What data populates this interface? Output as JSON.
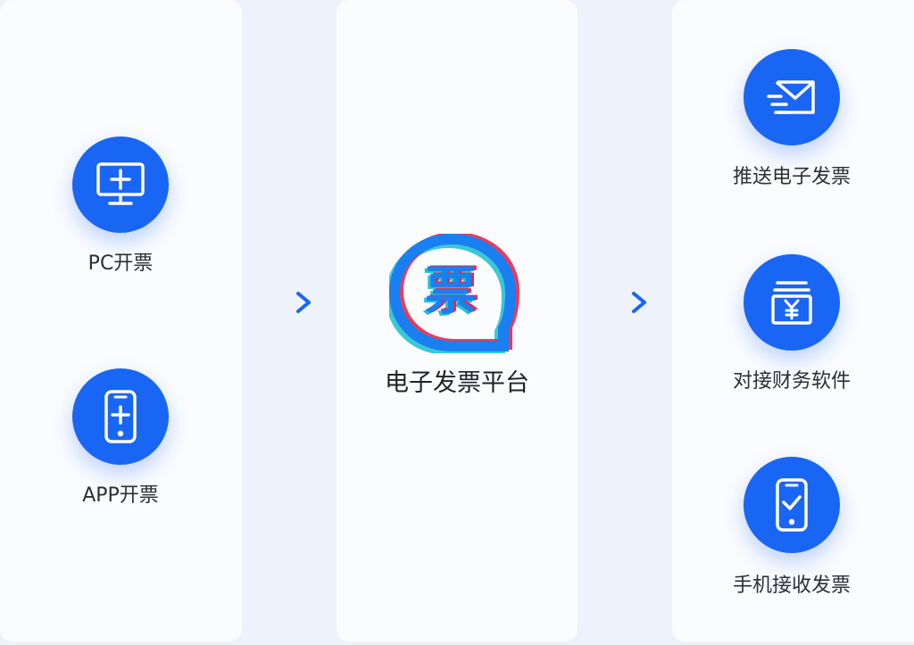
{
  "sources": [
    {
      "label": "PC开票",
      "icon": "desktop-plus-icon"
    },
    {
      "label": "APP开票",
      "icon": "phone-plus-icon"
    }
  ],
  "platform": {
    "logo_char": "票",
    "label": "电子发票平台",
    "logo_colors": {
      "ring": "#1a7ff0",
      "cyan": "#22c2d6",
      "red": "#e8264a"
    }
  },
  "outputs": [
    {
      "label": "推送电子发票",
      "icon": "mail-send-icon"
    },
    {
      "label": "对接财务软件",
      "icon": "yen-drawer-icon"
    },
    {
      "label": "手机接收发票",
      "icon": "phone-check-icon"
    }
  ],
  "colors": {
    "accent": "#1966f5",
    "background": "#eef2fa",
    "panel": "#fbfcfe"
  }
}
